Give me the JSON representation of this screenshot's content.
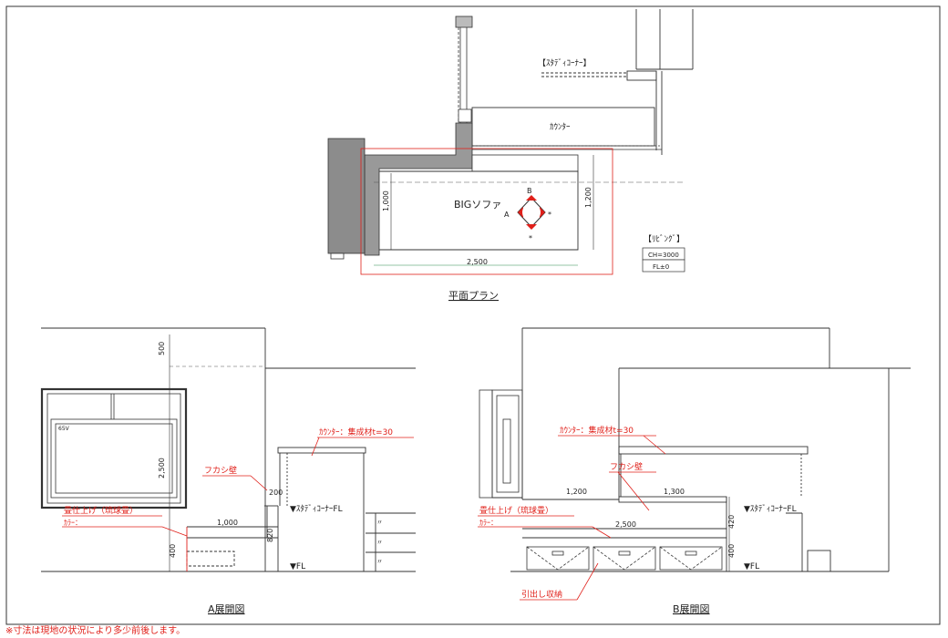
{
  "plan": {
    "title": "平面プラン",
    "study_corner_label": "【ｽﾀﾃﾞｨｺｰﾅｰ】",
    "counter_label": "ｶｳﾝﾀｰ",
    "sofa_label": "BIGソファ",
    "dim_width": "2,500",
    "dim_depth_left": "1,000",
    "dim_depth_right": "1,200",
    "view_a": "A",
    "view_b": "B",
    "marker_star": "*",
    "room_label": "【ﾘﾋﾞﾝｸﾞ】",
    "room_ch": "CH=3000",
    "room_fl": "FL±0"
  },
  "elev_a": {
    "title": "A展開図",
    "dim_500": "500",
    "dim_2500": "2,500",
    "dim_200": "200",
    "dim_1000": "1,000",
    "dim_820": "820",
    "dim_400": "400",
    "tv_label": "65V",
    "counter_note": "ｶｳﾝﾀｰ：集成材t=30",
    "fakashi": "フカシ壁",
    "tatami": "畳仕上げ（琉球畳）",
    "color": "ｶﾗｰ：",
    "study_fl": "▼ｽﾀﾃﾞｨｺｰﾅｰFL",
    "fl": "▼FL",
    "ditto": "〃"
  },
  "elev_b": {
    "title": "B展開図",
    "counter_note": "ｶｳﾝﾀｰ：集成材t=30",
    "fakashi": "フカシ壁",
    "tatami": "畳仕上げ（琉球畳）",
    "color": "ｶﾗｰ：",
    "dim_1200": "1,200",
    "dim_1300": "1,300",
    "dim_2500": "2,500",
    "dim_420": "420",
    "dim_400": "400",
    "study_fl": "▼ｽﾀﾃﾞｨｺｰﾅｰFL",
    "fl": "▼FL",
    "drawer_label": "引出し収納"
  },
  "footnote": "※寸法は現地の状況により多少前後します。",
  "colors": {
    "line": "#2b2b2b",
    "red": "#e0201a",
    "green": "#2f8a4a",
    "wall_fill": "#8c8c8c"
  }
}
